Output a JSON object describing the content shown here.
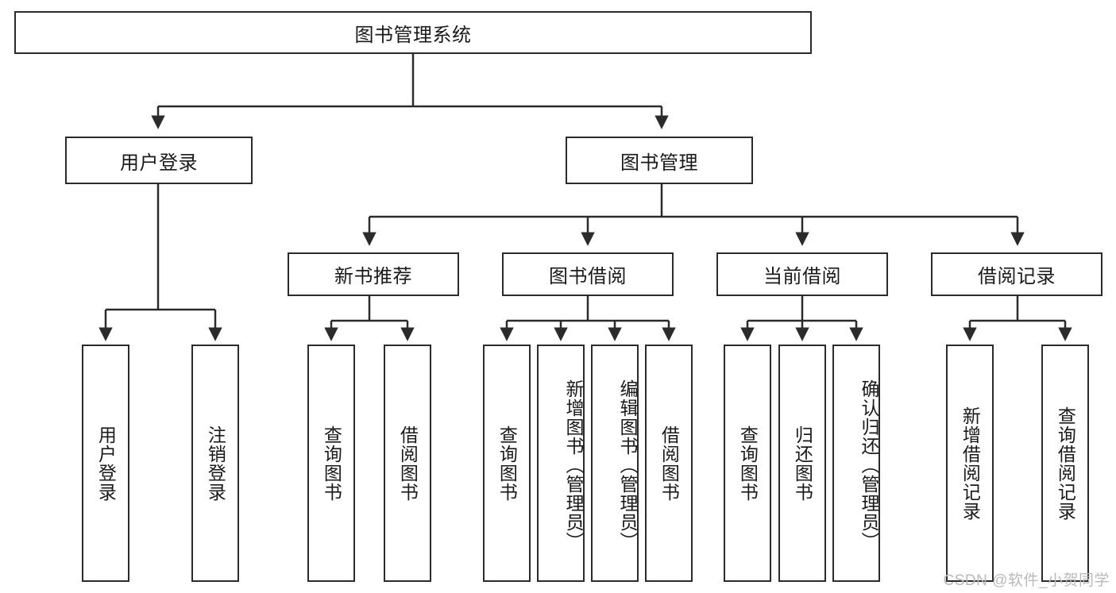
{
  "diagram": {
    "title": "图书管理系统",
    "type": "tree-hierarchy-chart",
    "watermark": "CSDN @软件_小贺同学",
    "colors": {
      "stroke": "#2b2b2b",
      "fill": "#ffffff",
      "text": "#1a1a1a",
      "watermark": "#b9b9b9"
    },
    "root": {
      "label": "图书管理系统"
    },
    "level2": [
      {
        "id": "user-login",
        "label": "用户登录"
      },
      {
        "id": "book-management",
        "label": "图书管理"
      }
    ],
    "level3": [
      {
        "id": "new-book-recommend",
        "label": "新书推荐"
      },
      {
        "id": "book-borrow",
        "label": "图书借阅"
      },
      {
        "id": "current-borrow",
        "label": "当前借阅"
      },
      {
        "id": "borrow-record",
        "label": "借阅记录"
      }
    ],
    "leaves": {
      "user_login": [
        {
          "id": "leaf-user-login",
          "label": "用户登录"
        },
        {
          "id": "leaf-logout-login",
          "label": "注销登录"
        }
      ],
      "new_book_recommend": [
        {
          "id": "leaf-query-book-1",
          "label": "查询图书"
        },
        {
          "id": "leaf-borrow-book-1",
          "label": "借阅图书"
        }
      ],
      "book_borrow": [
        {
          "id": "leaf-query-book-2",
          "label": "查询图书"
        },
        {
          "id": "leaf-add-book",
          "label": "新增图书（管理员）"
        },
        {
          "id": "leaf-edit-book",
          "label": "编辑图书（管理员）"
        },
        {
          "id": "leaf-borrow-book-2",
          "label": "借阅图书"
        }
      ],
      "current_borrow": [
        {
          "id": "leaf-query-book-3",
          "label": "查询图书"
        },
        {
          "id": "leaf-return-book",
          "label": "归还图书"
        },
        {
          "id": "leaf-confirm-return",
          "label": "确认归还（管理员）"
        }
      ],
      "borrow_record": [
        {
          "id": "leaf-add-record",
          "label": "新增借阅记录"
        },
        {
          "id": "leaf-query-record",
          "label": "查询借阅记录"
        }
      ]
    }
  }
}
